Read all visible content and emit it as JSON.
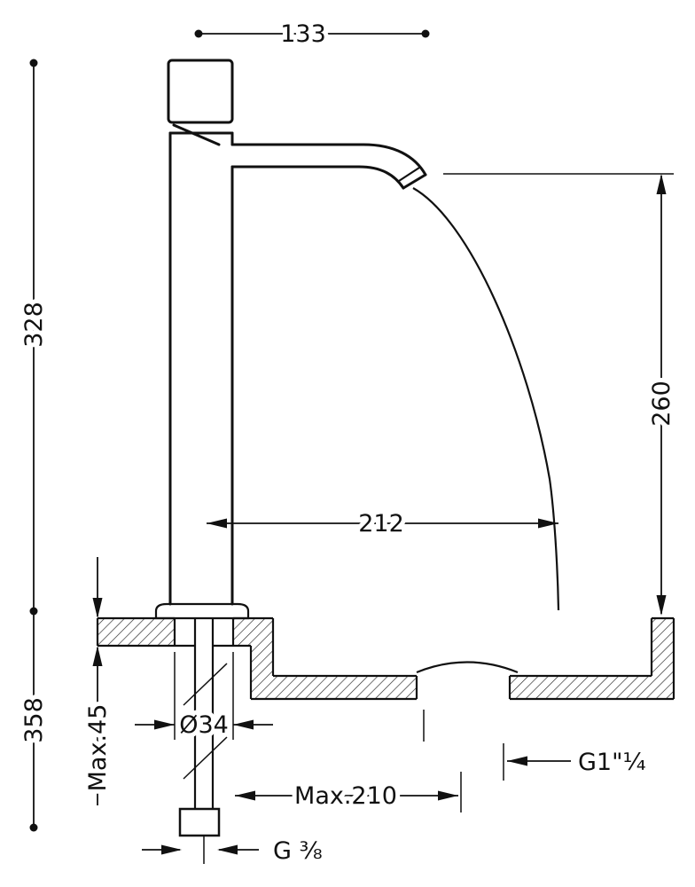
{
  "drawing": {
    "kind": "faucet-dimension-drawing",
    "line_color": "#111111",
    "background_color": "#ffffff"
  },
  "dimensions": {
    "top_width": "133",
    "height_above_counter": "328",
    "total_height": "358",
    "spout_to_counter_height": "260",
    "spout_reach": "212",
    "max_counter_thickness": "Max.45",
    "hole_diameter": "Ø34",
    "max_drain_distance": "Max.210",
    "drain_thread": "G1\"¼",
    "supply_thread": "G ⅜"
  }
}
